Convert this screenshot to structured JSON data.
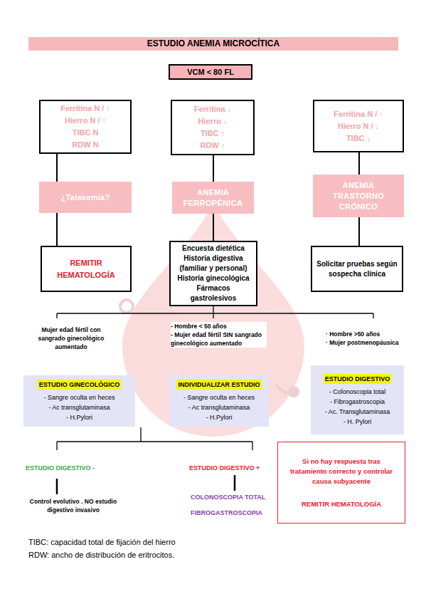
{
  "diagram": {
    "title": "ESTUDIO ANEMIA MICROCÍTICA",
    "nodes": [
      {
        "text": [
          "VCM < 80 FL"
        ]
      },
      {
        "text": [
          "Ferritina N / ↑",
          "Hierro N / ↑",
          "TIBC N",
          "RDW N"
        ]
      },
      {
        "text": [
          "Ferritina ↓",
          "Hierro ↓",
          "TIBC ↑",
          "RDW ↑"
        ]
      },
      {
        "text": [
          "Ferritina N / ↑",
          "Hierro N / ↓",
          "TIBC ↓"
        ]
      },
      {
        "text": [
          "¿Talasemia?"
        ]
      },
      {
        "text": [
          "ANEMIA FERROPÉNICA"
        ]
      },
      {
        "text": [
          "ANEMIA TRASTORNO CRÓNICO"
        ]
      },
      {
        "text": [
          "REMITIR HEMATOLOGÍA"
        ]
      },
      {
        "text": [
          "Encuesta dietética",
          "Historia digestiva (familiar y personal)",
          "Historia ginecológica",
          "Fármacos gastrolesivos"
        ]
      },
      {
        "text": [
          "Solicitar pruebas según sospecha clínica"
        ]
      },
      {
        "text": [
          "ESTUDIO GINECOLÓGICO",
          "- Sangre oculta en heces",
          "- Ac transglutaminasa",
          "- H.Pylori"
        ]
      },
      {
        "text": [
          "INDIVIDUALIZAR ESTUDIO",
          "- Sangre oculta en heces",
          "- Ac transglutaminasa",
          "- H.Pylori"
        ]
      },
      {
        "text": [
          "ESTUDIO DIGESTIVO",
          "- Colonoscopia total",
          "- Fibrogastroscopia",
          "- Ac. Transglutaminasa",
          "- H. Pylori"
        ]
      },
      {
        "text": [
          "Si no hay respuesta tras tratamiento correcto y controlar causa subyacente",
          "REMITIR HEMATOLOGÍA"
        ]
      }
    ],
    "edges": [
      {
        "from": 1,
        "to": 4,
        "arrow": "none"
      },
      {
        "from": 4,
        "to": 7,
        "arrow": "none"
      },
      {
        "from": 2,
        "to": 5,
        "arrow": "none"
      },
      {
        "from": 5,
        "to": 8,
        "arrow": "none"
      },
      {
        "from": 3,
        "to": 6,
        "arrow": "none"
      },
      {
        "from": 6,
        "to": 9,
        "arrow": "none"
      }
    ],
    "labels": [
      "Mujer edad fértil con sangrado ginecológico aumentado",
      "- Hombre < 50 años",
      "- Mujer edad fértil SIN sangrado ginecológico aumentado",
      "· Hombre >50 años",
      "· Mujer postmenopáusica",
      "ESTUDIO DIGESTIVO -",
      "ESTUDIO DIGESTIVO +",
      "Control evolutivo . NO estudio digestivo invasivo",
      "COLONOSCOPIA TOTAL",
      "FIBROGASTROSCOPIA",
      "TIBC: capacidad total de fijación del hierro",
      "RDW: ancho de distribución de eritrocitos."
    ]
  }
}
